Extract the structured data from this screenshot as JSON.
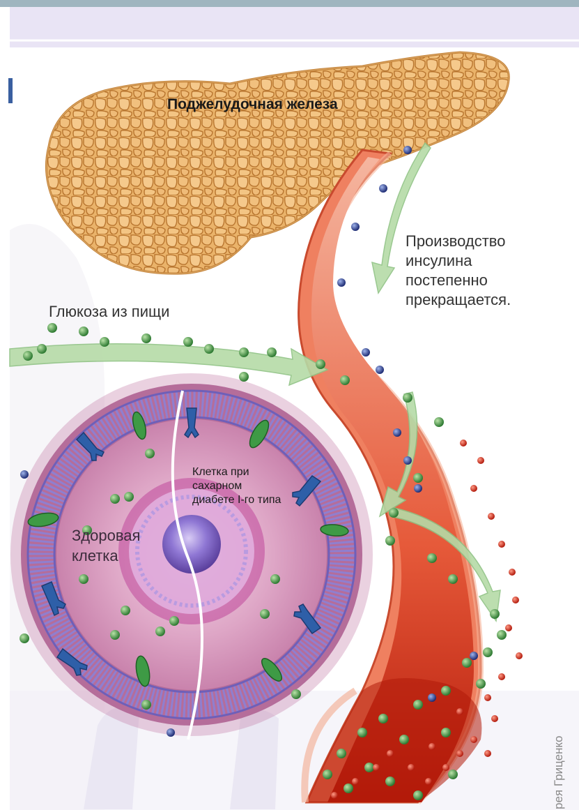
{
  "labels": {
    "pancreas": "Поджелудочная железа",
    "insulin_production": "Производство\nинсулина\nпостепенно\nпрекращается.",
    "glucose_from_food": "Глюкоза из пищи",
    "type1_cell": "Клетка при\nсахарном\nдиабете I-го типа",
    "healthy_cell": "Здоровая\nклетка",
    "credit": "рея Гриценко"
  },
  "colors": {
    "pancreas": "#e8a85a",
    "vessel_wall": "#ee7a5c",
    "vessel_inner": "#c92e18",
    "glucose": "#3e8a3e",
    "insulin": "#2c3f8a",
    "arrow": "#a9d19a",
    "cell_body": "#c986b0",
    "membrane": "#8e7fd0",
    "nucleus": "#7a60c0",
    "header_band": "#e7e2f4"
  },
  "icons": [
    "pancreas-illustration",
    "blood-vessel-illustration",
    "cell-illustration",
    "arrow-glucose",
    "arrow-insulin"
  ]
}
